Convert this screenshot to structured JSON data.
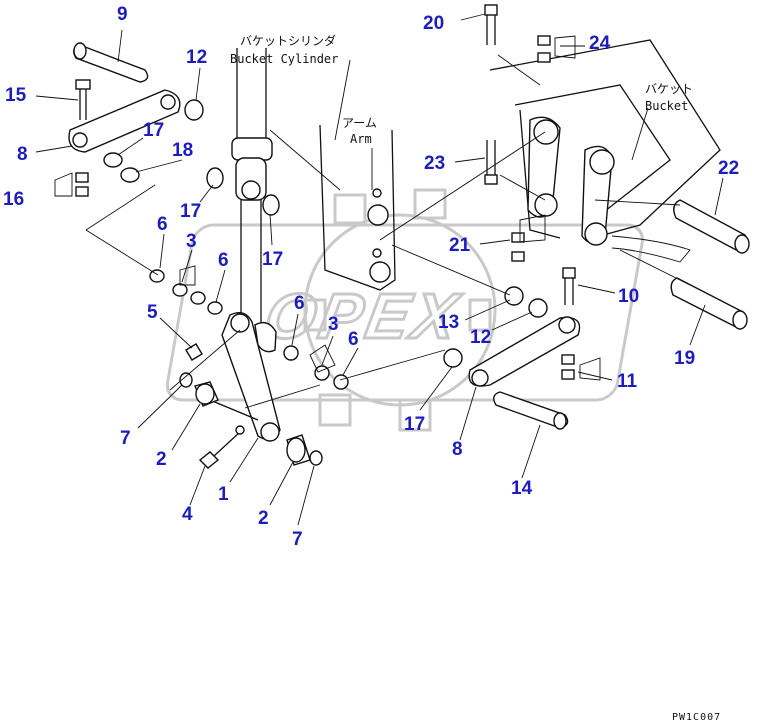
{
  "labels": {
    "bucket_cylinder_jp": "バケットシリンダ",
    "bucket_cylinder_en": "Bucket Cylinder",
    "arm_jp": "アーム",
    "arm_en": "Arm",
    "bucket_jp": "バケット",
    "bucket_en": "Bucket"
  },
  "drawing_code": "PW1C007",
  "watermark": "OPEX",
  "callouts": [
    "9",
    "15",
    "8",
    "16",
    "12",
    "17",
    "18",
    "17",
    "6",
    "3",
    "17",
    "6",
    "5",
    "7",
    "2",
    "4",
    "1",
    "2",
    "7",
    "6",
    "3",
    "6",
    "13",
    "12",
    "17",
    "8",
    "14",
    "20",
    "24",
    "23",
    "21",
    "22",
    "10",
    "11",
    "19"
  ],
  "colors": {
    "callout": "#1c1cbf",
    "watermark": "#c9c9c9",
    "line": "#111111"
  }
}
